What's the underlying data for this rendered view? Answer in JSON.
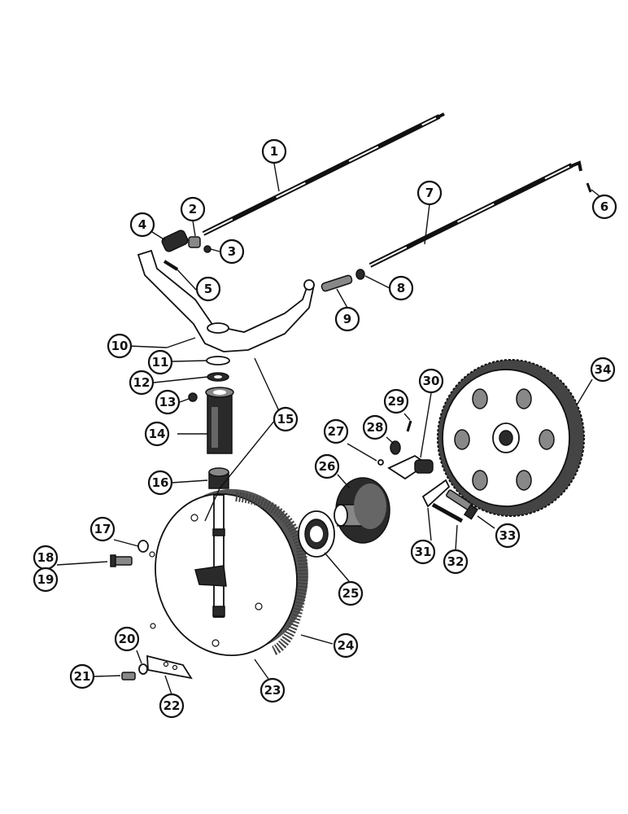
{
  "callouts": [
    {
      "id": "1",
      "label": "1"
    },
    {
      "id": "2",
      "label": "2"
    },
    {
      "id": "3",
      "label": "3"
    },
    {
      "id": "4",
      "label": "4"
    },
    {
      "id": "5",
      "label": "5"
    },
    {
      "id": "6",
      "label": "6"
    },
    {
      "id": "7",
      "label": "7"
    },
    {
      "id": "8",
      "label": "8"
    },
    {
      "id": "9",
      "label": "9"
    },
    {
      "id": "10",
      "label": "10"
    },
    {
      "id": "11",
      "label": "11"
    },
    {
      "id": "12",
      "label": "12"
    },
    {
      "id": "13",
      "label": "13"
    },
    {
      "id": "14",
      "label": "14"
    },
    {
      "id": "15",
      "label": "15"
    },
    {
      "id": "16",
      "label": "16"
    },
    {
      "id": "17",
      "label": "17"
    },
    {
      "id": "18",
      "label": "18"
    },
    {
      "id": "19",
      "label": "19"
    },
    {
      "id": "20",
      "label": "20"
    },
    {
      "id": "21",
      "label": "21"
    },
    {
      "id": "22",
      "label": "22"
    },
    {
      "id": "23",
      "label": "23"
    },
    {
      "id": "24",
      "label": "24"
    },
    {
      "id": "25",
      "label": "25"
    },
    {
      "id": "26",
      "label": "26"
    },
    {
      "id": "27",
      "label": "27"
    },
    {
      "id": "28",
      "label": "28"
    },
    {
      "id": "29",
      "label": "29"
    },
    {
      "id": "30",
      "label": "30"
    },
    {
      "id": "31",
      "label": "31"
    },
    {
      "id": "32",
      "label": "32"
    },
    {
      "id": "33",
      "label": "33"
    },
    {
      "id": "34",
      "label": "34"
    }
  ]
}
